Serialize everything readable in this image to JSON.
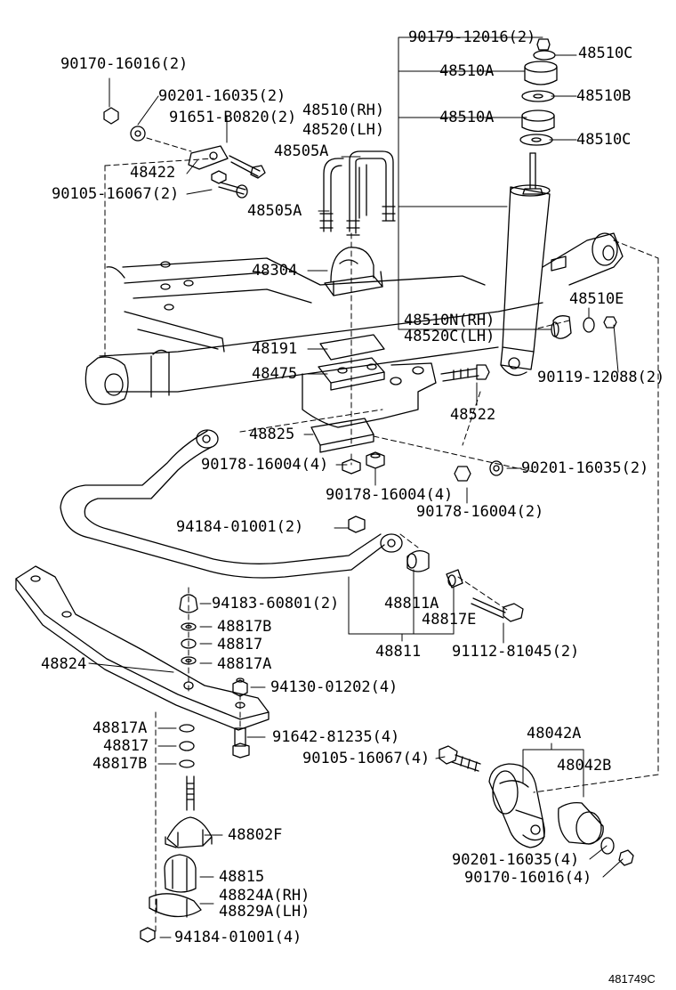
{
  "labels": {
    "p90179_12016": "90179-12016(2)",
    "p48510C_top": "48510C",
    "p90170_16016_2": "90170-16016(2)",
    "p48510A_1": "48510A",
    "p90201_16035_2a": "90201-16035(2)",
    "p48510B": "48510B",
    "p91651_B0820": "91651-B0820(2)",
    "p48510_RH": "48510(RH)",
    "p48520_LH": "48520(LH)",
    "p48510A_2": "48510A",
    "p48510C_2": "48510C",
    "p48505A_1": "48505A",
    "p48422": "48422",
    "p90105_16067_2": "90105-16067(2)",
    "p48505A_2": "48505A",
    "p48304": "48304",
    "p48510E": "48510E",
    "p48510N_RH": "48510N(RH)",
    "p48520C_LH": "48520C(LH)",
    "p48191": "48191",
    "p90119_12088": "90119-12088(2)",
    "p48475": "48475",
    "p48522": "48522",
    "p48825": "48825",
    "p90178_16004_a": "90178-16004(4)",
    "p90201_16035_2b": "90201-16035(2)",
    "p90178_16004_b": "90178-16004(4)",
    "p90178_16004_c": "90178-16004(2)",
    "p94184_01001_2": "94184-01001(2)",
    "p94183_60801": "94183-60801(2)",
    "p48811A": "48811A",
    "p48817B_1": "48817B",
    "p48817E": "48817E",
    "p48817_1": "48817",
    "p91112_81045": "91112-81045(2)",
    "p48824": "48824",
    "p48817A_1": "48817A",
    "p48811": "48811",
    "p94130_01202": "94130-01202(4)",
    "p48817A_2": "48817A",
    "p91642_81235": "91642-81235(4)",
    "p48817_2": "48817",
    "p48042A": "48042A",
    "p90105_16067_4": "90105-16067(4)",
    "p48817B_2": "48817B",
    "p48042B": "48042B",
    "p48802F": "48802F",
    "p90201_16035_4": "90201-16035(4)",
    "p48815": "48815",
    "p90170_16016_4": "90170-16016(4)",
    "p48824A_RH": "48824A(RH)",
    "p48829A_LH": "48829A(LH)",
    "p94184_01001_4": "94184-01001(4)"
  },
  "caption": "481749C"
}
